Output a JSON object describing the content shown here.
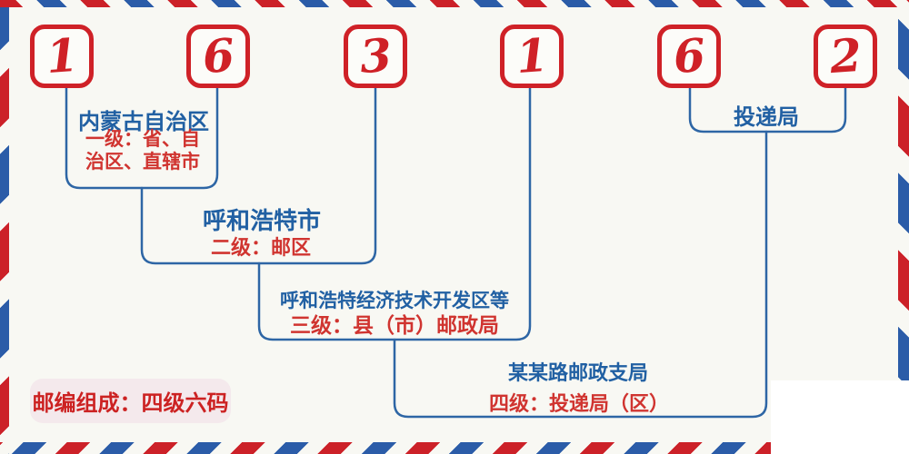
{
  "code": {
    "digits": [
      "1",
      "6",
      "3",
      "1",
      "6",
      "2"
    ]
  },
  "levels": [
    {
      "region": "内蒙古自治区",
      "desc_lines": [
        "一级：省、自",
        "治区、直辖市"
      ]
    },
    {
      "region": "呼和浩特市",
      "desc_lines": [
        "二级：邮区"
      ]
    },
    {
      "region": "呼和浩特经济技术开发区等",
      "desc_lines": [
        "三级：县（市）邮政局"
      ]
    },
    {
      "region": "某某路邮政支局",
      "desc_lines": [
        "四级：投递局（区）"
      ]
    }
  ],
  "delivery_label": "投递局",
  "badge_label": "邮编组成：四级六码",
  "colors": {
    "stripe_red": "#cc2128",
    "stripe_blue": "#2b5ca8",
    "digit_red": "#cf2127",
    "text_blue": "#2160a3",
    "text_red": "#d03430",
    "line_blue": "#2e66a5",
    "badge_bg": "#f4e9ec",
    "background": "#f8f8f3"
  }
}
